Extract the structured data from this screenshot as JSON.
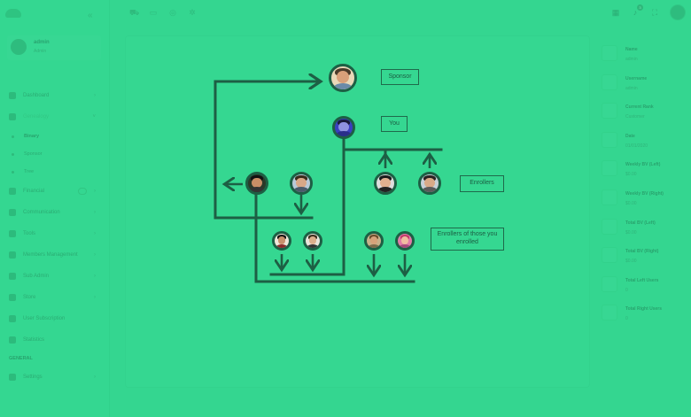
{
  "sidebar": {
    "user": {
      "name": "admin",
      "role": "Admin"
    },
    "menu": [
      {
        "label": "Dashboard",
        "icon": "home-icon"
      },
      {
        "label": "Genealogy",
        "icon": "tree-icon",
        "active": true
      }
    ],
    "submenu": [
      {
        "label": "Binary"
      },
      {
        "label": "Sponsor"
      },
      {
        "label": "Tree"
      }
    ],
    "menu2": [
      {
        "label": "Financial",
        "icon": "wallet-icon"
      },
      {
        "label": "Communication",
        "icon": "chat-icon"
      },
      {
        "label": "Tools",
        "icon": "wrench-icon"
      },
      {
        "label": "Members Management",
        "icon": "users-icon"
      },
      {
        "label": "Sub Admin",
        "icon": "user-shield-icon"
      },
      {
        "label": "Store",
        "icon": "store-icon"
      },
      {
        "label": "User Subscription",
        "icon": "subscription-icon"
      },
      {
        "label": "Statistics",
        "icon": "chart-icon"
      }
    ],
    "general_label": "GENERAL",
    "settings_label": "Settings"
  },
  "topbar": {
    "notification_count": "3"
  },
  "stats": [
    {
      "label": "Name",
      "value": "admin"
    },
    {
      "label": "Username",
      "value": "admin"
    },
    {
      "label": "Current Rank",
      "value": "Customer"
    },
    {
      "label": "Date",
      "value": "01/01/2020"
    },
    {
      "label": "Weekly BV (Left)",
      "value": "$0.00"
    },
    {
      "label": "Weekly BV (Right)",
      "value": "$0.00"
    },
    {
      "label": "Total BV (Left)",
      "value": "$0.00"
    },
    {
      "label": "Total BV (Right)",
      "value": "$0.00"
    },
    {
      "label": "Total Left Users",
      "value": "0"
    },
    {
      "label": "Total Right Users",
      "value": "0"
    }
  ],
  "diagram": {
    "labels": {
      "sponsor": "Sponsor",
      "you": "You",
      "enrollers": "Enrollers",
      "enrollers_of_enrolled": "Enrollers of those you enrolled"
    },
    "colors": {
      "line": "#1d5f44",
      "background": "#34d690"
    }
  }
}
